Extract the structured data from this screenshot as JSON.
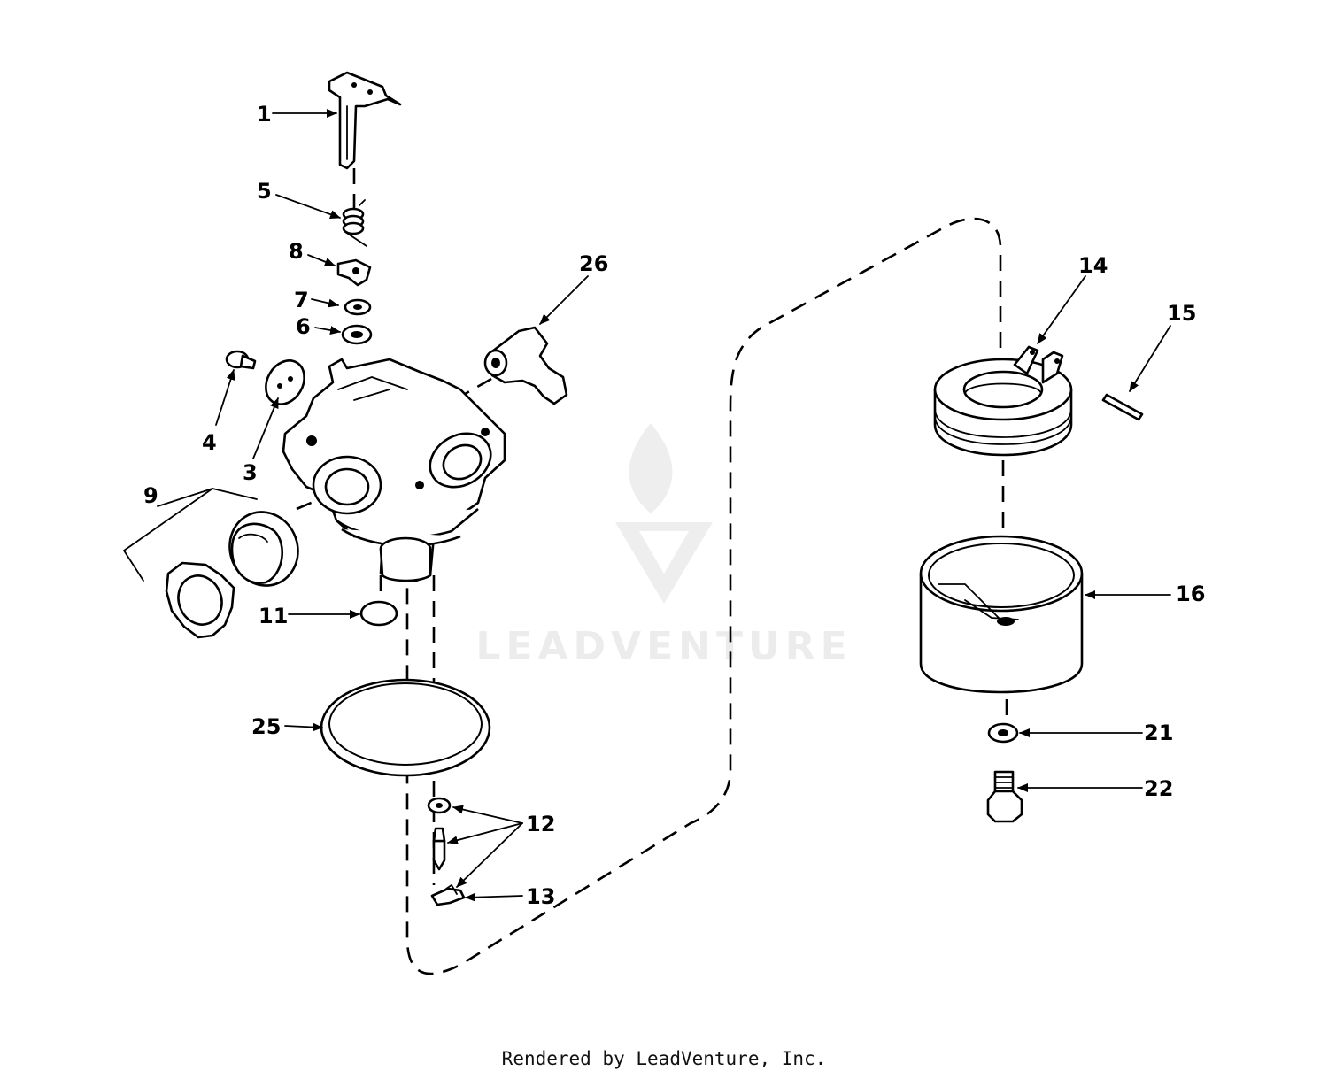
{
  "diagram": {
    "callouts": [
      "1",
      "3",
      "4",
      "5",
      "6",
      "7",
      "8",
      "9",
      "11",
      "12",
      "13",
      "14",
      "15",
      "16",
      "21",
      "22",
      "25",
      "26"
    ],
    "watermark_text": "LEADVENTURE"
  },
  "footer": {
    "text": "Rendered by LeadVenture, Inc."
  },
  "colors": {
    "line": "#000000",
    "background": "#ffffff",
    "watermark": "#ececec"
  }
}
